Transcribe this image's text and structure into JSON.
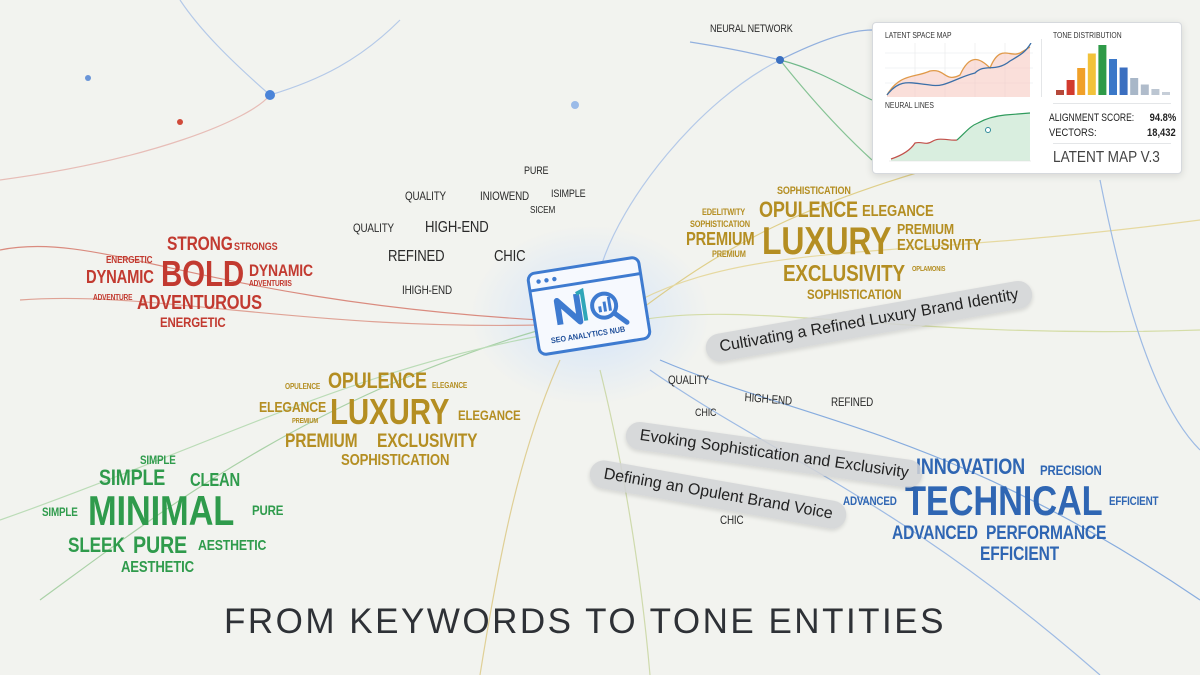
{
  "title": "FROM KEYWORDS TO TONE ENTITIES",
  "logo": {
    "text": "SEO ANALYTICS NUB",
    "icon": "browser-magnifier-logo-icon"
  },
  "network_label": "NEURAL NETWORK",
  "panel": {
    "latent_space_map": "LATENT SPACE MAP",
    "tone_distribution": "TONE DISTRIBUTION",
    "neural_lines": "NEURAL LINES",
    "alignment_label": "ALIGNMENT SCORE:",
    "alignment_value": "94.8%",
    "vectors_label": "VECTORS:",
    "vectors_value": "18,432",
    "version": "LATENT MAP V.3",
    "tone_bars": [
      1,
      3,
      5.4,
      8.3,
      10,
      7.2,
      5.5,
      3.4,
      2.1,
      1.2,
      0.6
    ],
    "tone_colors": [
      "#b5483a",
      "#d23a2e",
      "#f0a028",
      "#f2c23a",
      "#2e9a48",
      "#3b78c8",
      "#3b6fc0",
      "#a8b7c8",
      "#b0bccb",
      "#bcc6d2",
      "#c6ced8"
    ]
  },
  "colors": {
    "bold": "#c23a30",
    "luxury": "#b48e22",
    "minimal": "#2f9b4c",
    "technical": "#2f66b3"
  },
  "clusters": {
    "bold": [
      "STRONG",
      "STRONGS",
      "ENERGETIC",
      "BOLD",
      "DYNAMIC",
      "DYNAMIC",
      "ADVENTURIIS",
      "ADVENTURE",
      "ADVENTUROUS",
      "ENERGETIC"
    ],
    "luxury_top": [
      "SOPHISTICATION",
      "EDELITWITY",
      "OPULENCE",
      "ELEGANCE",
      "SOPHISTICATION",
      "PREMIUM",
      "LUXURY",
      "PREMIUM",
      "EXCLUSIVITY",
      "PREMIUM",
      "EXCLUSIVITY",
      "OPLAMONIS",
      "SOPHISTICATION"
    ],
    "luxury_mid": [
      "OPULENCE",
      "OPULENCE",
      "ELEGANCE",
      "ELEGANCE",
      "PREMIUM",
      "LUXURY",
      "ELEGANCE",
      "PREMIUM",
      "EXCLUSIVITY",
      "SOPHISTICATION"
    ],
    "minimal": [
      "SIMPLE",
      "SIMPLE",
      "CLEAN",
      "SIMPLE",
      "MINIMAL",
      "PURE",
      "SLEEK",
      "PURE",
      "AESTHETIC",
      "AESTHETIC"
    ],
    "technical": [
      "INNOVATION",
      "PRECISION",
      "ADVANCED",
      "TECHNICAL",
      "EFFICIENT",
      "ADVANCED",
      "PERFORMANCE",
      "EFFICIENT"
    ]
  },
  "keywords": [
    "PURE",
    "QUALITY",
    "INIOWEND",
    "ISIMPLE",
    "SICEM",
    "QUALITY",
    "HIGH-END",
    "REFINED",
    "CHIC",
    "IHIGH-END",
    "QUALITY",
    "HIGH-END",
    "REFINED",
    "CHIC",
    "CHIC"
  ],
  "phrases": [
    "Cultivating a Refined Luxury Brand Identity",
    "Evoking Sophistication and Exclusivity",
    "Defining an Opulent Brand Voice"
  ]
}
